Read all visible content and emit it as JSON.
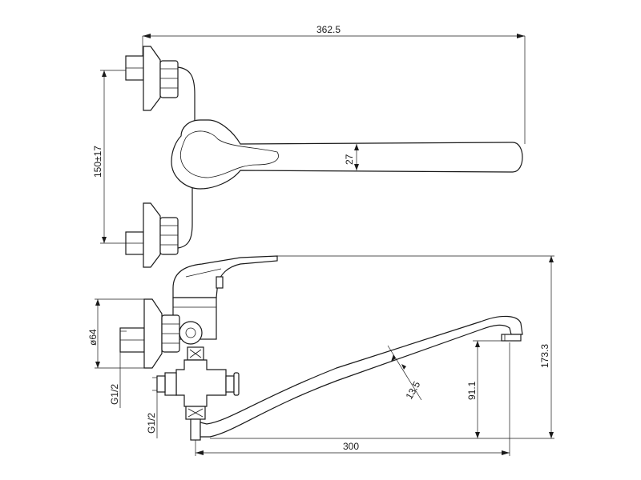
{
  "dimensions": {
    "overall_length": "362.5",
    "centers": "150±17",
    "handle_width": "27",
    "flange_diameter": "ø64",
    "height": "173.3",
    "spout_reach": "300",
    "spout_outlet_height": "91.1",
    "spout_tube_diameter": "13.5",
    "inlet_thread": "G1/2",
    "outlet_thread": "G1/2"
  }
}
